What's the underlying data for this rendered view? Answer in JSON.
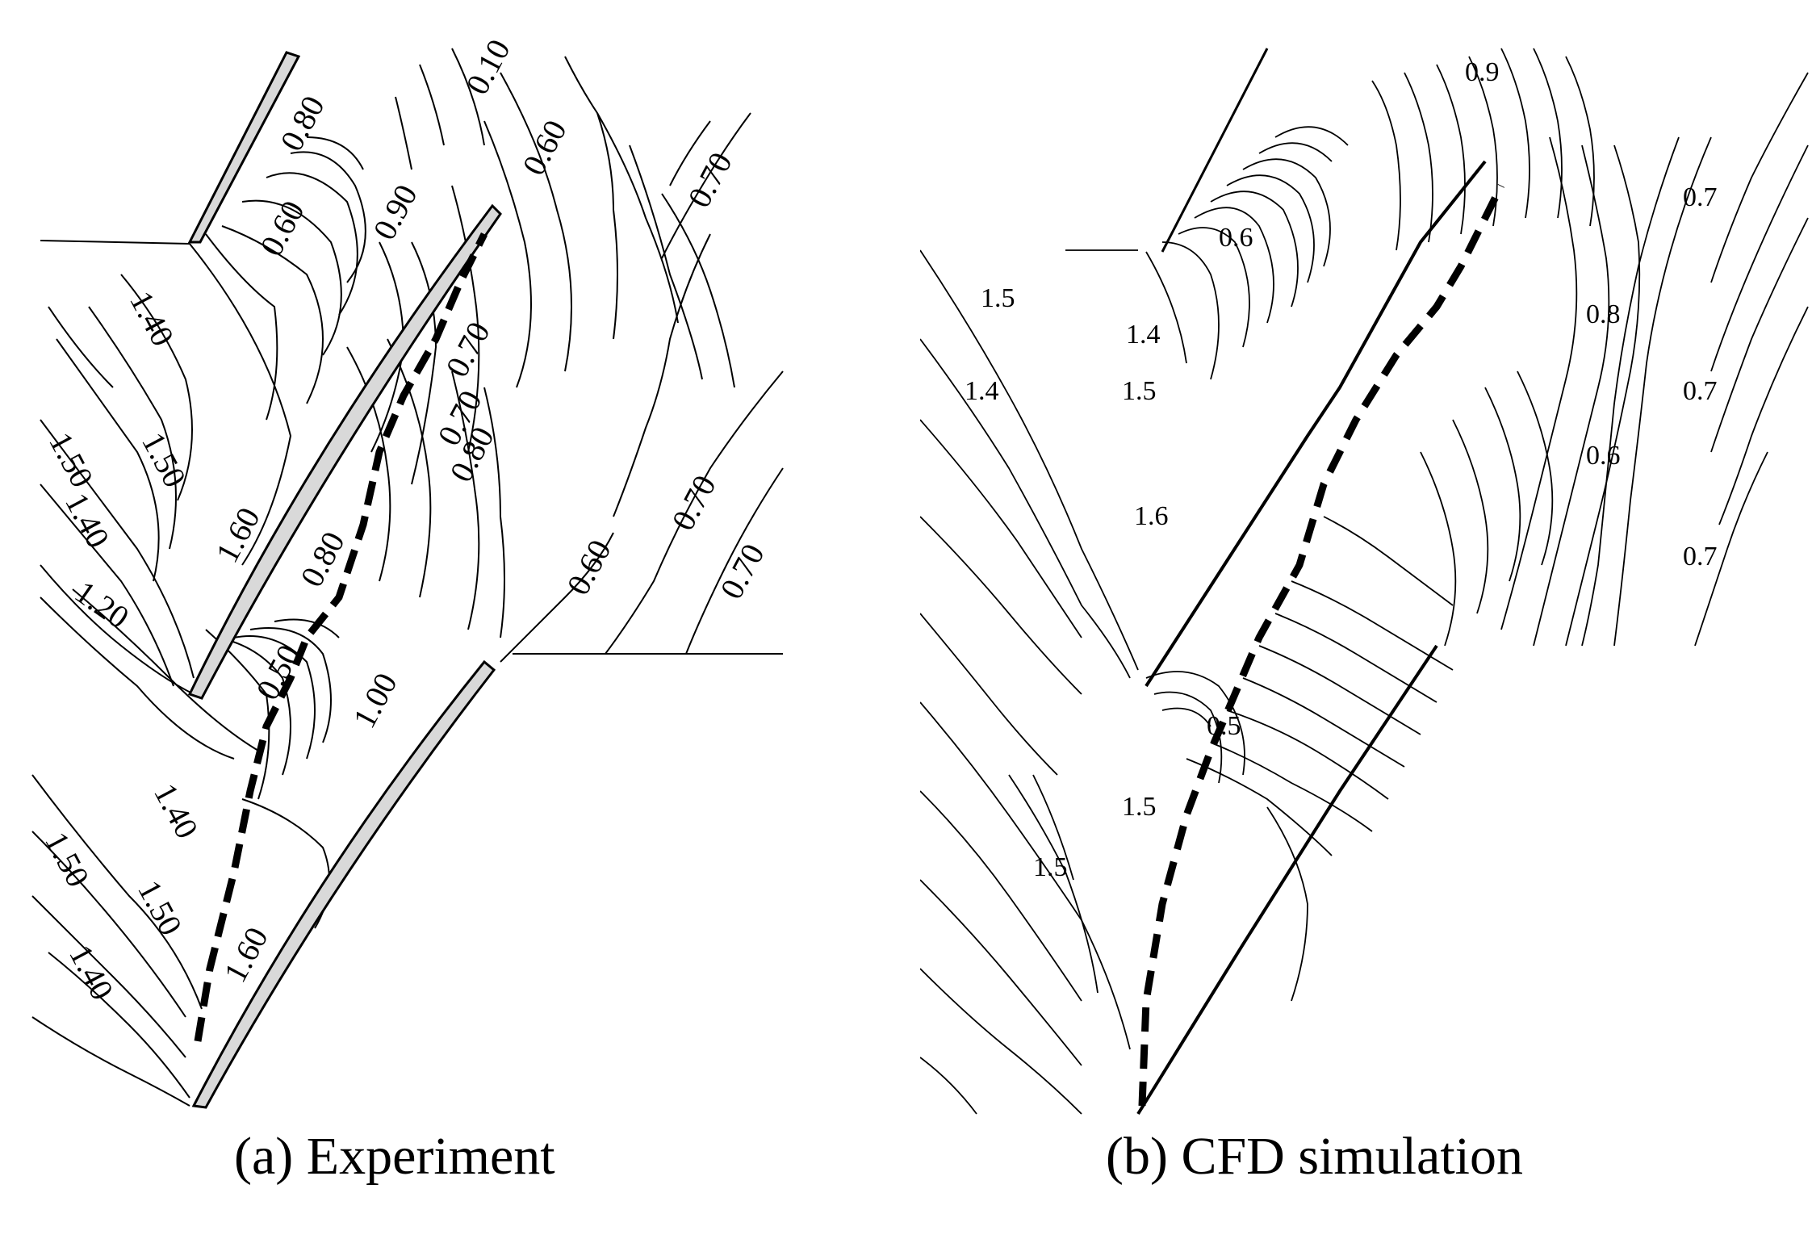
{
  "panels": [
    {
      "caption": "(a) Experiment",
      "contour_labels": [
        "0.80",
        "0.10",
        "0.60",
        "0.60",
        "0.90",
        "0.70",
        "1.40",
        "0.70",
        "0.70",
        "1.50",
        "1.50",
        "0.80",
        "1.60",
        "1.40",
        "0.80",
        "0.70",
        "0.60",
        "0.70",
        "1.20",
        "0.50",
        "1.00",
        "1.40",
        "1.50",
        "1.50",
        "1.60",
        "1.40"
      ]
    },
    {
      "caption": "(b) CFD simulation",
      "contour_labels": [
        "0.9",
        "0.7",
        "0.6",
        "1.5",
        "1.4",
        "0.8",
        "1.4",
        "1.5",
        "0.7",
        "0.6",
        "1.6",
        "0.7",
        "0.5",
        "1.5",
        "1.5"
      ]
    }
  ],
  "colors": {
    "lines": "#000000",
    "blade_fill": "#d9d9d9",
    "background": "#ffffff"
  }
}
